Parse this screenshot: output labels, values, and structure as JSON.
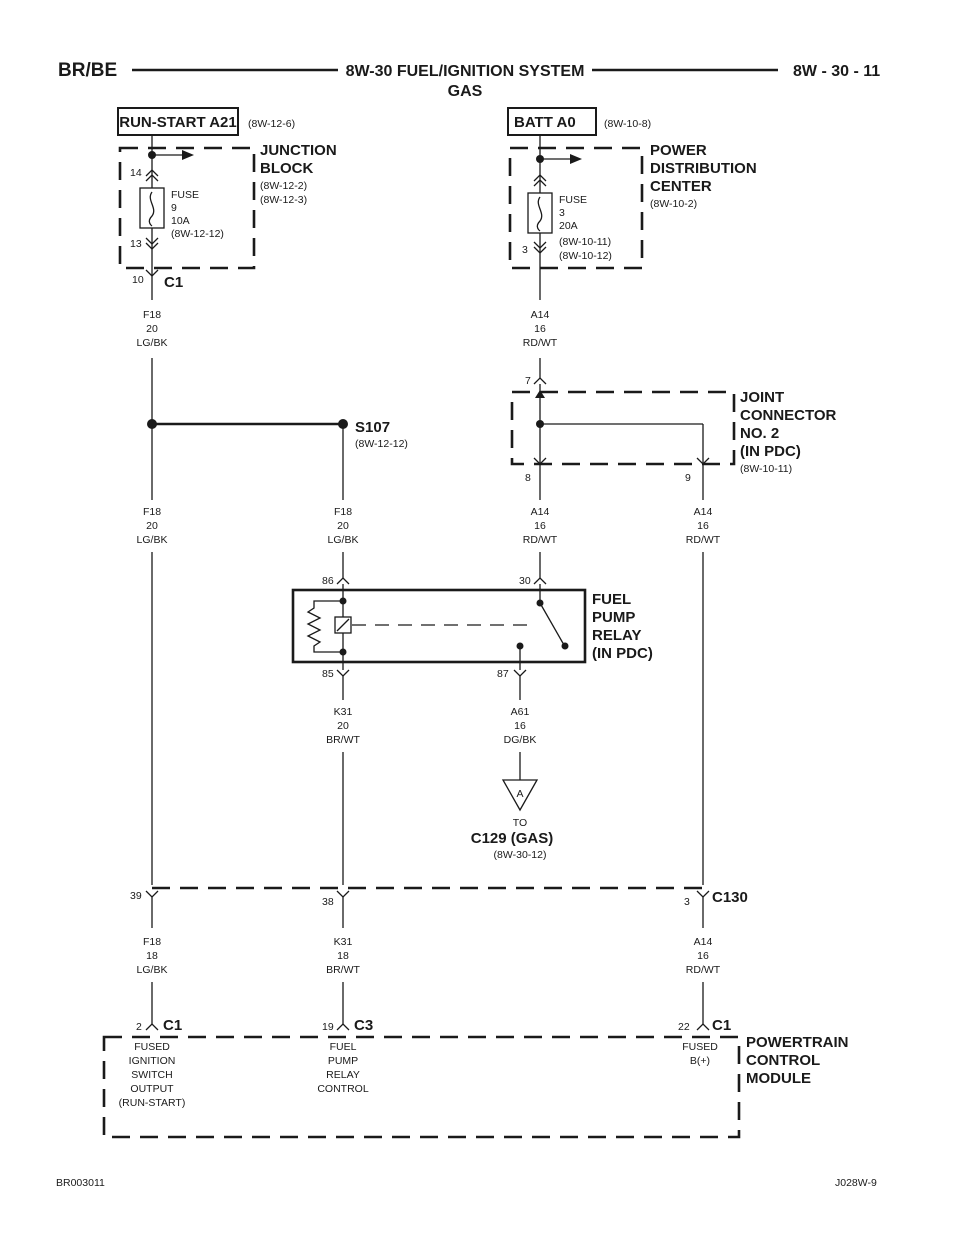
{
  "header": {
    "left": "BR/BE",
    "title_line1": "8W-30 FUEL/IGNITION SYSTEM",
    "title_line2": "GAS",
    "right": "8W - 30 - 11"
  },
  "run_start": {
    "label": "RUN-START A21",
    "ref": "(8W-12-6)"
  },
  "junction_block": {
    "line1": "JUNCTION",
    "line2": "BLOCK",
    "ref1": "(8W-12-2)",
    "ref2": "(8W-12-3)",
    "fuse_label": "FUSE",
    "fuse_num": "9",
    "fuse_amp": "10A",
    "fuse_ref": "(8W-12-12)",
    "pin_top": "14",
    "pin_bottom": "13",
    "conn_pin": "10",
    "conn": "C1"
  },
  "batt": {
    "label": "BATT A0",
    "ref": "(8W-10-8)"
  },
  "pdc": {
    "line1": "POWER",
    "line2": "DISTRIBUTION",
    "line3": "CENTER",
    "ref": "(8W-10-2)",
    "fuse_label": "FUSE",
    "fuse_num": "3",
    "fuse_amp": "20A",
    "fuse_ref1": "(8W-10-11)",
    "fuse_ref2": "(8W-10-12)",
    "pin": "3"
  },
  "wire_f18_top": {
    "circuit": "F18",
    "gauge": "20",
    "color": "LG/BK"
  },
  "wire_a14_top": {
    "circuit": "A14",
    "gauge": "16",
    "color": "RD/WT"
  },
  "joint": {
    "line1": "JOINT",
    "line2": "CONNECTOR",
    "line3": "NO. 2",
    "line4": "(IN PDC)",
    "ref": "(8W-10-11)",
    "pin_in": "7",
    "pin_out1": "8",
    "pin_out2": "9"
  },
  "splice": {
    "label": "S107",
    "ref": "(8W-12-12)"
  },
  "wire_f18_left": {
    "circuit": "F18",
    "gauge": "20",
    "color": "LG/BK"
  },
  "wire_f18_mid": {
    "circuit": "F18",
    "gauge": "20",
    "color": "LG/BK"
  },
  "wire_a14_mid": {
    "circuit": "A14",
    "gauge": "16",
    "color": "RD/WT"
  },
  "wire_a14_right": {
    "circuit": "A14",
    "gauge": "16",
    "color": "RD/WT"
  },
  "relay": {
    "line1": "FUEL",
    "line2": "PUMP",
    "line3": "RELAY",
    "line4": "(IN PDC)",
    "pin86": "86",
    "pin30": "30",
    "pin85": "85",
    "pin87": "87"
  },
  "wire_k31_relay": {
    "circuit": "K31",
    "gauge": "20",
    "color": "BR/WT"
  },
  "wire_a61": {
    "circuit": "A61",
    "gauge": "16",
    "color": "DG/BK"
  },
  "offpage": {
    "letter": "A",
    "to": "TO",
    "target": "C129 (GAS)",
    "ref": "(8W-30-12)"
  },
  "c130": {
    "label": "C130",
    "pin_left": "39",
    "pin_mid": "38",
    "pin_right": "3"
  },
  "wire_f18_bottom": {
    "circuit": "F18",
    "gauge": "18",
    "color": "LG/BK"
  },
  "wire_k31_bottom": {
    "circuit": "K31",
    "gauge": "18",
    "color": "BR/WT"
  },
  "wire_a14_bottom": {
    "circuit": "A14",
    "gauge": "16",
    "color": "RD/WT"
  },
  "pcm": {
    "line1": "POWERTRAIN",
    "line2": "CONTROL",
    "line3": "MODULE",
    "pin_left": "2",
    "conn_left": "C1",
    "pin_mid": "19",
    "conn_mid": "C3",
    "pin_right": "22",
    "conn_right": "C1",
    "left_l1": "FUSED",
    "left_l2": "IGNITION",
    "left_l3": "SWITCH",
    "left_l4": "OUTPUT",
    "left_l5": "(RUN-START)",
    "mid_l1": "FUEL",
    "mid_l2": "PUMP",
    "mid_l3": "RELAY",
    "mid_l4": "CONTROL",
    "right_l1": "FUSED",
    "right_l2": "B(+)"
  },
  "footer": {
    "left": "BR003011",
    "right": "J028W-9"
  }
}
